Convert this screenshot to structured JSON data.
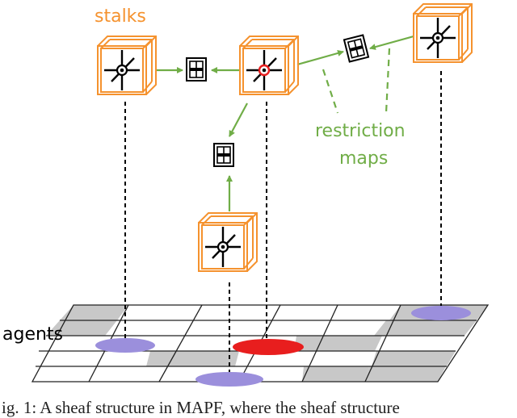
{
  "labels": {
    "stalks": "stalks",
    "restriction_line1": "restriction",
    "restriction_line2": "maps",
    "agents": "agents"
  },
  "caption": "ig. 1: A sheaf structure in MAPF, where the sheaf structure",
  "colors": {
    "stalk_orange": "#f5922e",
    "restriction_green": "#70ad47",
    "agent_purple": "#9b8fdc",
    "agent_red": "#e81e1e",
    "grid_gray": "#c8c8c8",
    "text_black": "#000000"
  },
  "icons": {
    "stalk": "crosshair-cube-icon",
    "restriction_map": "matrix-box-icon"
  }
}
